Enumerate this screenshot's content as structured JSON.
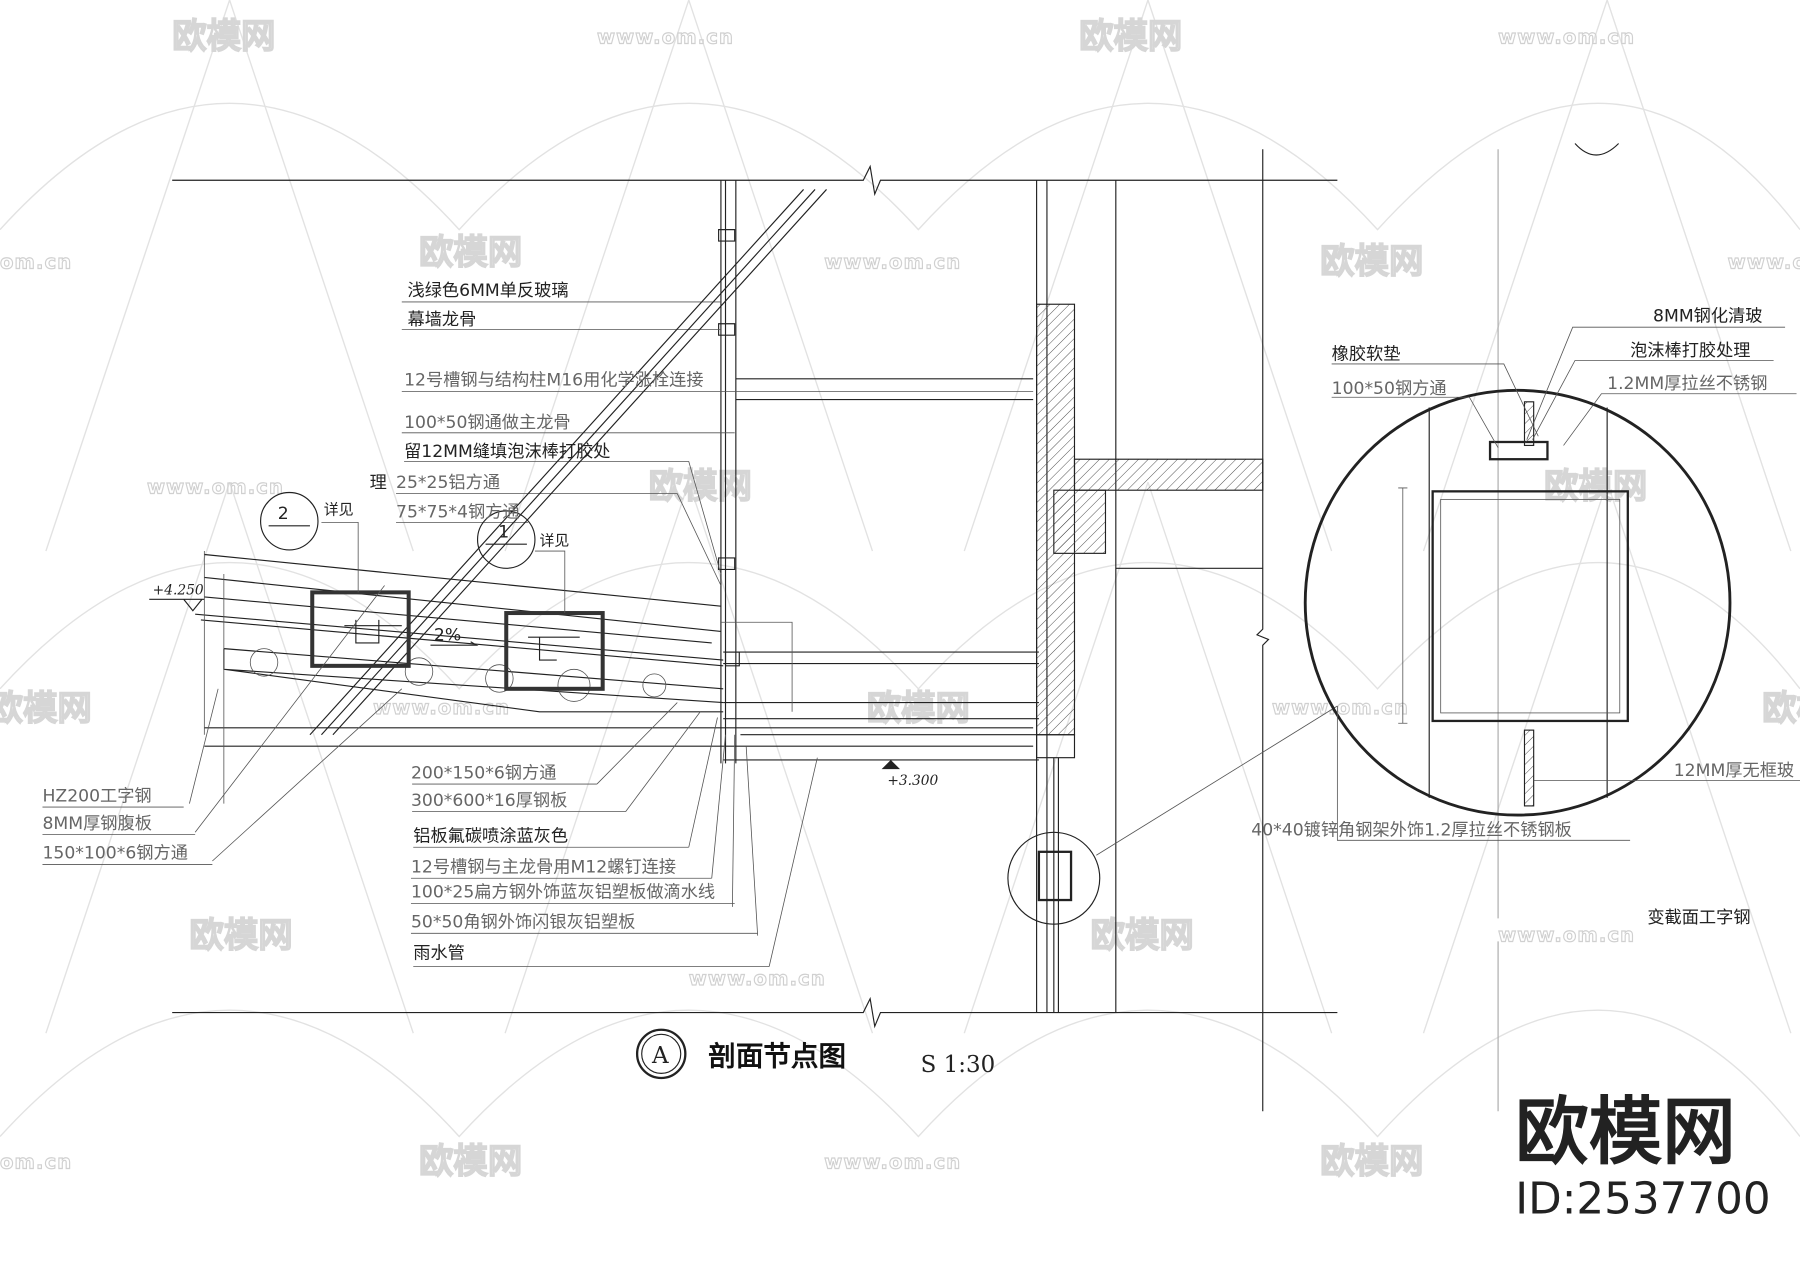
{
  "watermark": {
    "brand": "欧模网",
    "site": "www.om.cn",
    "site_partial": "om.cn"
  },
  "logo": {
    "brand": "欧模网",
    "id": "ID:2537700"
  },
  "title": {
    "marker": "A",
    "name": "剖面节点图",
    "scale": "S 1:30"
  },
  "levels": {
    "upper": "+4.250",
    "lower": "+3.300"
  },
  "slope": "2%",
  "details": [
    {
      "marker": "2",
      "note": "详见"
    },
    {
      "marker": "1",
      "note": "详见"
    }
  ],
  "labels_top": [
    "浅绿色6MM单反玻璃",
    "幕墙龙骨",
    "12号槽钢与结构柱M16用化学涨栓连接",
    "100*50钢通做主龙骨",
    "留12MM缝填泡沫棒打胶处",
    "理",
    "25*25铝方通",
    "75*75*4钢方通"
  ],
  "labels_left": [
    "HZ200工字钢",
    "8MM厚钢腹板",
    "150*100*6钢方通"
  ],
  "labels_bottom": [
    "200*150*6钢方通",
    "300*600*16厚钢板",
    "铝板氟碳喷涂蓝灰色",
    "12号槽钢与主龙骨用M12螺钉连接",
    "100*25扁方钢外饰蓝灰铝塑板做滴水线",
    "50*50角钢外饰闪银灰铝塑板",
    "雨水管"
  ],
  "labels_detail": {
    "glass": "8MM钢化清玻",
    "rubber": "橡胶软垫",
    "sealant": "泡沫棒打胶处理",
    "tube": "100*50钢方通",
    "steel": "1.2MM厚拉丝不锈钢",
    "frameless": "12MM厚无框玻",
    "angle": "40*40镀锌角钢架外饰1.2厚拉丝不锈钢板",
    "ibeam": "变截面工字钢"
  }
}
